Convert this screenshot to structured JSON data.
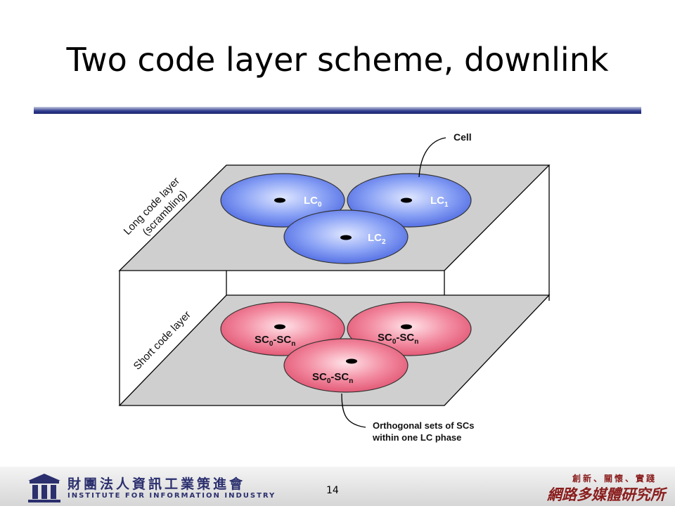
{
  "slide": {
    "title": "Two code layer scheme, downlink",
    "page_number": "14"
  },
  "diagram": {
    "callout_cell": "Cell",
    "callout_orthogonal_line1": "Orthogonal sets of SCs",
    "callout_orthogonal_line2": "within one LC phase",
    "layer_long_line1": "Long code layer",
    "layer_long_line2": "(scrambling)",
    "layer_short": "Short code layer",
    "long_cells": [
      {
        "base": "LC",
        "sub": "0"
      },
      {
        "base": "LC",
        "sub": "1"
      },
      {
        "base": "LC",
        "sub": "2"
      }
    ],
    "short_cells": [
      {
        "a": "SC",
        "a_sub": "0",
        "sep": "-SC",
        "b_sub": "n"
      },
      {
        "a": "SC",
        "a_sub": "0",
        "sep": "-SC",
        "b_sub": "n"
      },
      {
        "a": "SC",
        "a_sub": "0",
        "sep": "-SC",
        "b_sub": "n"
      }
    ],
    "colors": {
      "long_cell": "#6f8cf0",
      "short_cell": "#ee6d86",
      "plane": "#cfcfcf"
    }
  },
  "footer": {
    "institute_zh": "財團法人資訊工業策進會",
    "institute_en": "INSTITUTE FOR INFORMATION INDUSTRY",
    "motto": "創新、關懷、實踐",
    "department": "網路多媒體研究所"
  }
}
